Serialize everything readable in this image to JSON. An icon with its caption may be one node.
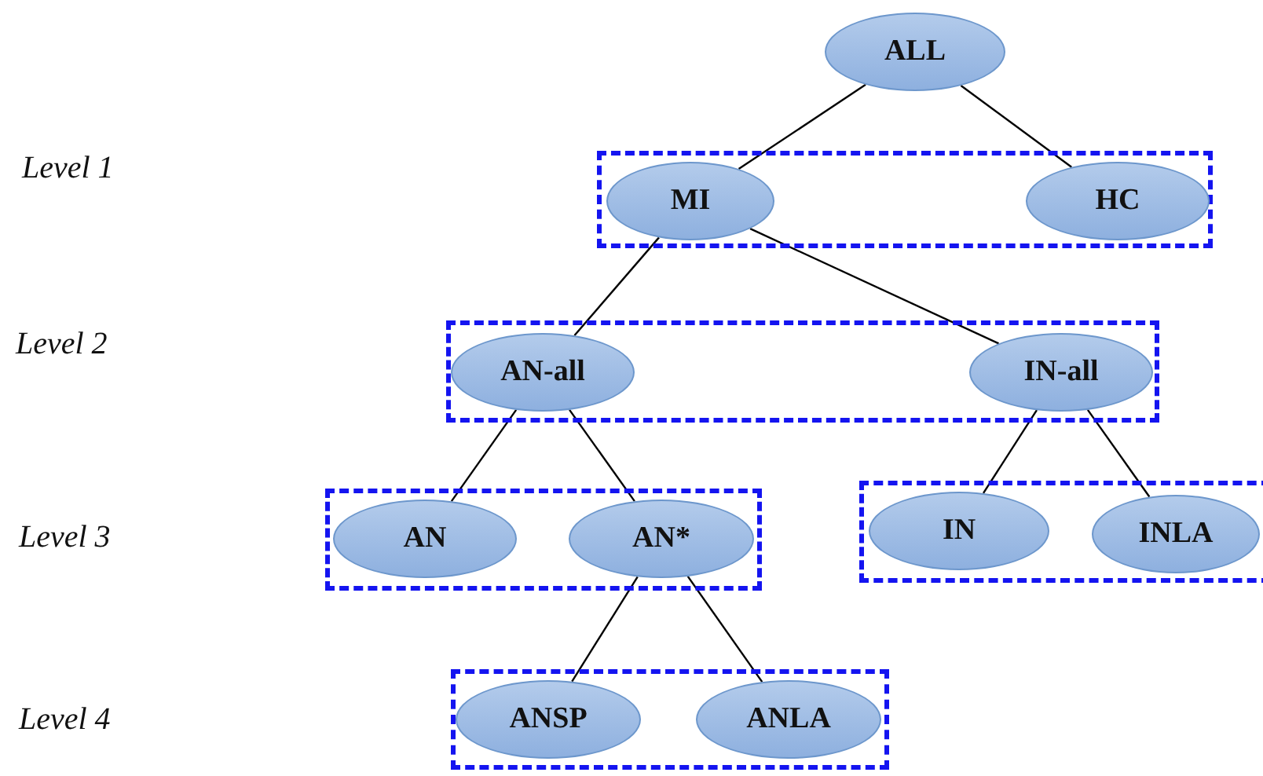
{
  "diagram": {
    "nodes": [
      {
        "text": [
          "ALL"
        ]
      },
      {
        "text": [],
        "shape": "box"
      },
      {
        "text": [
          "MI"
        ],
        "in": 1
      },
      {
        "text": [
          "HC"
        ],
        "in": 1
      },
      {
        "text": [],
        "shape": "box"
      },
      {
        "text": [
          "AN-all"
        ],
        "in": 4
      },
      {
        "text": [
          "IN-all"
        ],
        "in": 4
      },
      {
        "text": [],
        "shape": "box"
      },
      {
        "text": [
          "AN"
        ],
        "in": 7
      },
      {
        "text": [
          "AN*"
        ],
        "in": 7
      },
      {
        "text": [],
        "shape": "box"
      },
      {
        "text": [
          "IN"
        ],
        "in": 10
      },
      {
        "text": [
          "INLA"
        ],
        "in": 10
      },
      {
        "text": [],
        "shape": "box"
      },
      {
        "text": [
          "ANSP"
        ],
        "in": 13
      },
      {
        "text": [
          "ANLA"
        ],
        "in": 13
      }
    ],
    "edges": [
      {
        "from": 0,
        "to": 2,
        "arrow": "none"
      },
      {
        "from": 0,
        "to": 3,
        "arrow": "none"
      },
      {
        "from": 2,
        "to": 5,
        "arrow": "none"
      },
      {
        "from": 2,
        "to": 6,
        "arrow": "none"
      },
      {
        "from": 5,
        "to": 8,
        "arrow": "none"
      },
      {
        "from": 5,
        "to": 9,
        "arrow": "none"
      },
      {
        "from": 6,
        "to": 11,
        "arrow": "none"
      },
      {
        "from": 6,
        "to": 12,
        "arrow": "none"
      },
      {
        "from": 9,
        "to": 14,
        "arrow": "none"
      },
      {
        "from": 9,
        "to": 15,
        "arrow": "none"
      }
    ],
    "labels": [
      "Level 1",
      "Level 2",
      "Level 3",
      "Level 4"
    ]
  }
}
